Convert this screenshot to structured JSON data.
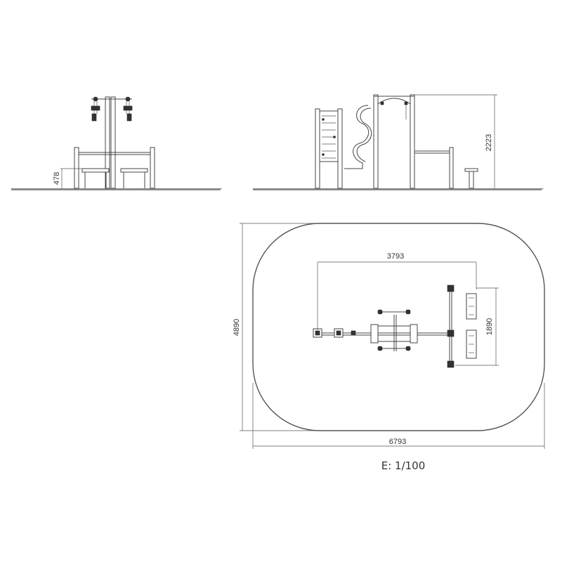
{
  "dimensions": {
    "front_seat_height": "478",
    "side_height": "2223",
    "plan_inner_length": "3793",
    "plan_bench_span": "1890",
    "plan_total_width": "4890",
    "plan_total_length": "6793"
  },
  "scale_label": "E: 1/100",
  "colors": {
    "line": "#444444",
    "ground": "#8a8a8a",
    "background": "#ffffff"
  }
}
